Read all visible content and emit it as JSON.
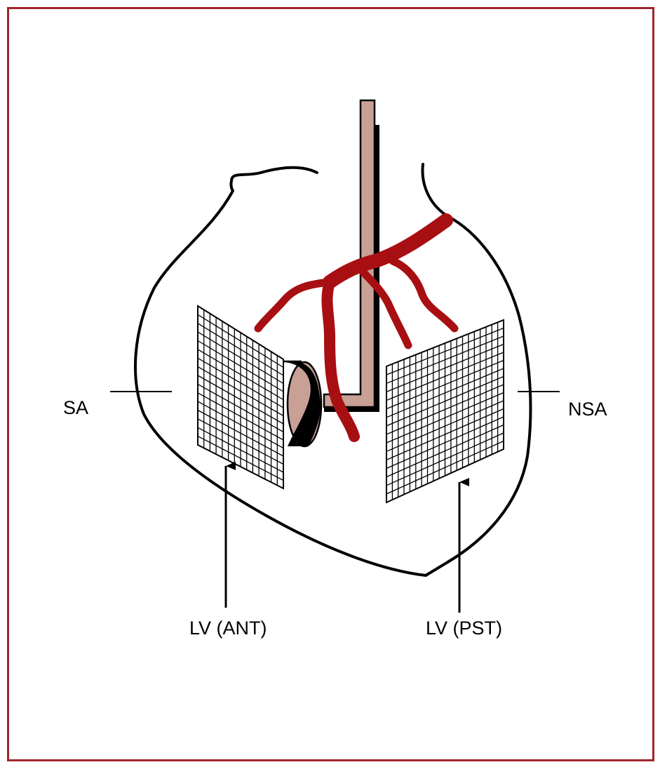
{
  "labels": {
    "sa": "SA",
    "nsa": "NSA",
    "lv_ant": "LV (ANT)",
    "lv_pst": "LV (PST)"
  },
  "colors": {
    "frame": "#a0252b",
    "vessel": "#a80f12",
    "catheter": "#c8a096",
    "outline": "#000000",
    "background": "#ffffff"
  }
}
